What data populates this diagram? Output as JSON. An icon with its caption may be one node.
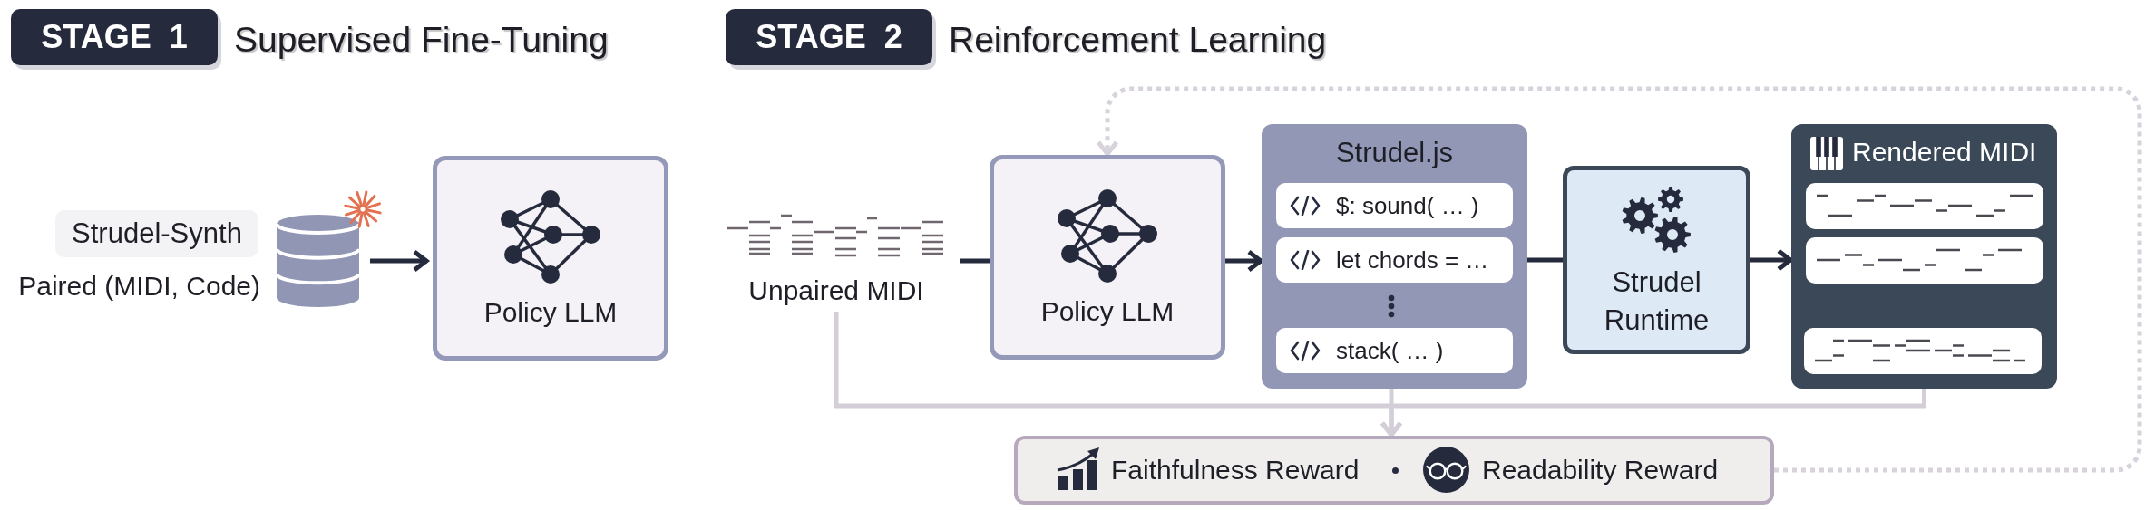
{
  "diagram": {
    "nodes": [
      {
        "text": [
          "STAGE 1"
        ],
        "beside": [
          "Supervised Fine-Tuning"
        ]
      },
      {
        "text": [
          "STAGE 2"
        ],
        "beside": [
          "Reinforcement Learning"
        ]
      },
      {
        "text": [
          "Strudel-Synth"
        ]
      },
      {
        "text": [],
        "shape": "cylinder",
        "beside": [
          "Paired (MIDI, Code)"
        ]
      },
      {
        "text": [
          "Policy LLM"
        ]
      },
      {
        "text": [
          "Unpaired MIDI"
        ]
      },
      {
        "text": [
          "Policy LLM"
        ]
      },
      {
        "text": [
          "Strudel.js"
        ]
      },
      {
        "text": [
          "$: sound( … )"
        ],
        "in": 7
      },
      {
        "text": [
          "let chords = …"
        ],
        "in": 7
      },
      {
        "text": [
          "stack( … )"
        ],
        "in": 7
      },
      {
        "text": [
          "Strudel Runtime"
        ]
      },
      {
        "text": [
          "Rendered MIDI"
        ]
      },
      {
        "text": [],
        "shape": "box",
        "in": 12
      },
      {
        "text": [],
        "shape": "box",
        "in": 12
      },
      {
        "text": [],
        "shape": "box",
        "in": 12
      },
      {
        "text": [
          "Faithfulness Reward",
          "Readability Reward"
        ]
      }
    ],
    "edges": [
      {
        "from": 3,
        "to": 4,
        "arrow": "to"
      },
      {
        "from": 5,
        "to": 6,
        "arrow": "none"
      },
      {
        "from": 6,
        "to": 7,
        "arrow": "to"
      },
      {
        "from": 7,
        "to": 11,
        "arrow": "none"
      },
      {
        "from": 11,
        "to": 12,
        "arrow": "to"
      },
      {
        "from": 5,
        "to": 16,
        "arrow": "to",
        "color": "#d4ced8"
      },
      {
        "from": 7,
        "to": 16,
        "arrow": "to",
        "color": "#d4ced8"
      },
      {
        "from": 12,
        "to": 16,
        "arrow": "to",
        "color": "#d4ced8"
      },
      {
        "from": 16,
        "to": 6,
        "arrow": "to",
        "style": "dashed",
        "color": "#d8d2dc"
      }
    ]
  }
}
